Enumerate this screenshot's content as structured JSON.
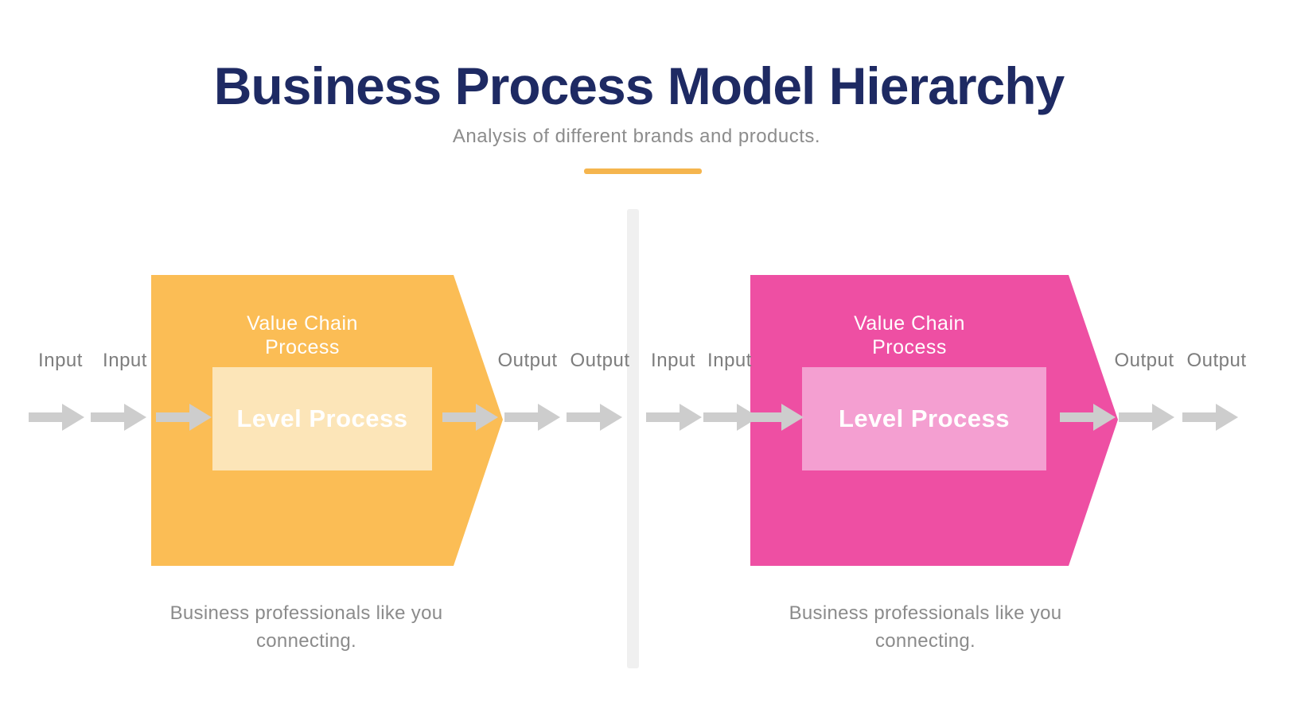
{
  "header": {
    "title": "Business Process Model Hierarchy",
    "subtitle": "Analysis of different brands and products."
  },
  "diagrams": [
    {
      "side": "left",
      "shape_color": "#FBBD55",
      "inner_color": "#FCE5B8",
      "input_labels": [
        "Input",
        "Input"
      ],
      "output_labels": [
        "Output",
        "Output"
      ],
      "shape_title": "Value Chain\nProcess",
      "inner_label": "Level Process",
      "caption": "Business professionals like you connecting."
    },
    {
      "side": "right",
      "shape_color": "#EE4FA3",
      "inner_color": "#F49FD1",
      "input_labels": [
        "Input",
        "Input"
      ],
      "output_labels": [
        "Output",
        "Output"
      ],
      "shape_title": "Value Chain\nProcess",
      "inner_label": "Level Process",
      "caption": "Business professionals like you connecting."
    }
  ],
  "colors": {
    "title": "#1E2A63",
    "subtitle": "#8C8C8C",
    "labels": "#7D7D7D",
    "arrows": "#CDCDCD",
    "divider": "#F0F0F0",
    "underline": "#F5B54E"
  }
}
